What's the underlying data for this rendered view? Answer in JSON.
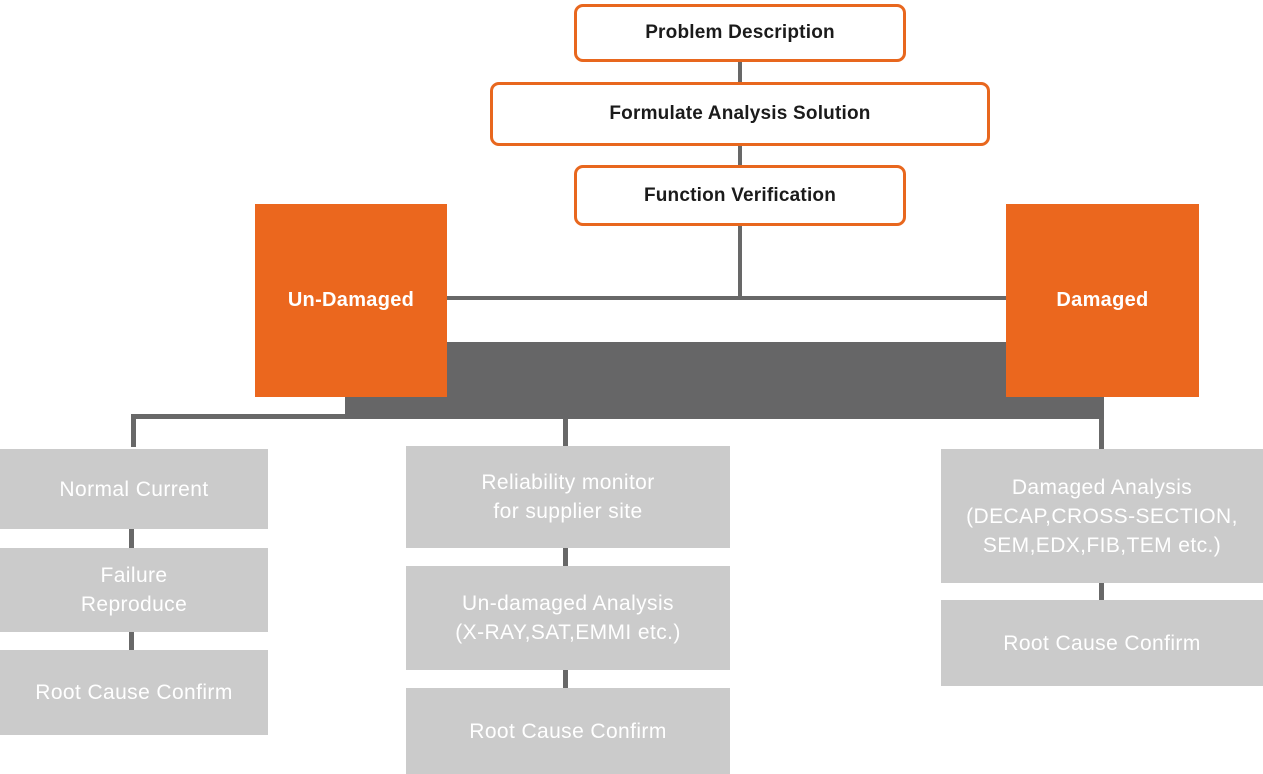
{
  "colors": {
    "accent_orange": "#EB671E",
    "outline_border_orange": "#E8671E",
    "dark_bar_gray": "#666667",
    "light_box_gray": "#CBCBCB",
    "connector_gray": "#686868",
    "outline_text": "#1B1B1B",
    "light_text": "#FFFFFF"
  },
  "flow": {
    "steps": [
      {
        "label": "Problem Description"
      },
      {
        "label": "Formulate Analysis Solution"
      },
      {
        "label": "Function Verification"
      }
    ],
    "branches": [
      {
        "label": "Un-Damaged"
      },
      {
        "label": "Damaged"
      }
    ],
    "columns": {
      "left": [
        {
          "label": "Normal Current"
        },
        {
          "label": "Failure\nReproduce"
        },
        {
          "label": "Root Cause Confirm"
        }
      ],
      "middle": [
        {
          "label": "Reliability monitor\nfor supplier site"
        },
        {
          "label": "Un-damaged Analysis\n(X-RAY,SAT,EMMI etc.)"
        },
        {
          "label": "Root Cause Confirm"
        }
      ],
      "right": [
        {
          "label": "Damaged Analysis\n(DECAP,CROSS-SECTION,\nSEM,EDX,FIB,TEM etc.)"
        },
        {
          "label": "Root Cause Confirm"
        }
      ]
    }
  }
}
